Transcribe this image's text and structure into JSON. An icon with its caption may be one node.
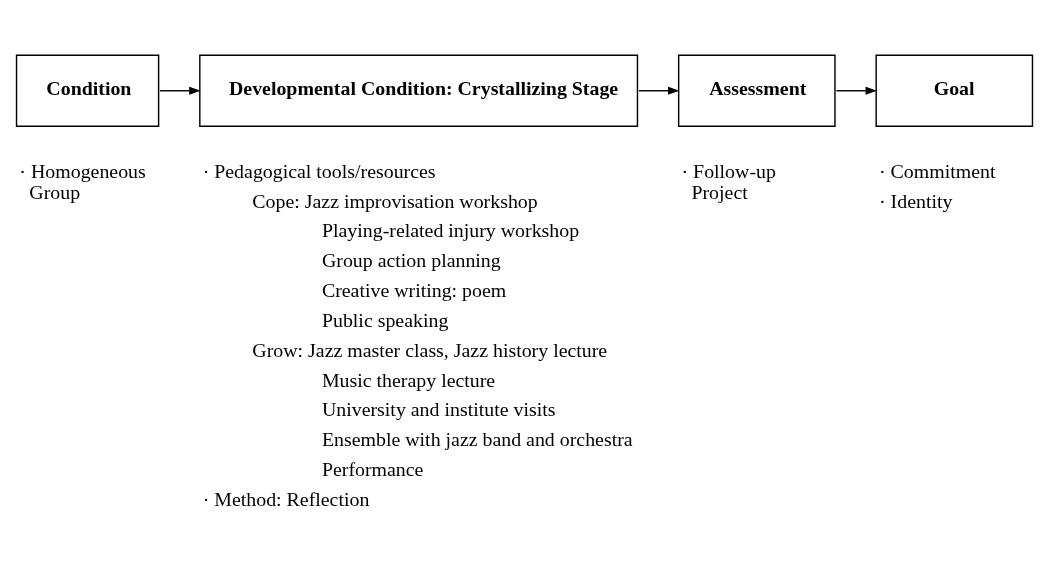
{
  "diagram": {
    "nodes": [
      {
        "text": [
          "Condition"
        ],
        "beside": [
          "· Homogeneous Group"
        ]
      },
      {
        "text": [
          "Developmental Condition: Crystallizing Stage"
        ],
        "beside": [
          "· Pedagogical tools/resources",
          "Cope: Jazz improvisation workshop",
          "Playing-related injury workshop",
          "Group action planning",
          "Creative writing: poem",
          "Public speaking",
          "Grow: Jazz master class, Jazz history lecture",
          "Music therapy lecture",
          "University and institute visits",
          "Ensemble with jazz band and orchestra",
          "Performance",
          "· Method: Reflection"
        ]
      },
      {
        "text": [
          "Assessment"
        ],
        "beside": [
          "· Follow-up Project"
        ]
      },
      {
        "text": [
          "Goal"
        ],
        "beside": [
          "· Commitment",
          "· Identity"
        ]
      }
    ],
    "edges": [
      {
        "from": 0,
        "to": 1,
        "arrow": "to"
      },
      {
        "from": 1,
        "to": 2,
        "arrow": "to"
      },
      {
        "from": 2,
        "to": 3,
        "arrow": "to"
      }
    ]
  }
}
